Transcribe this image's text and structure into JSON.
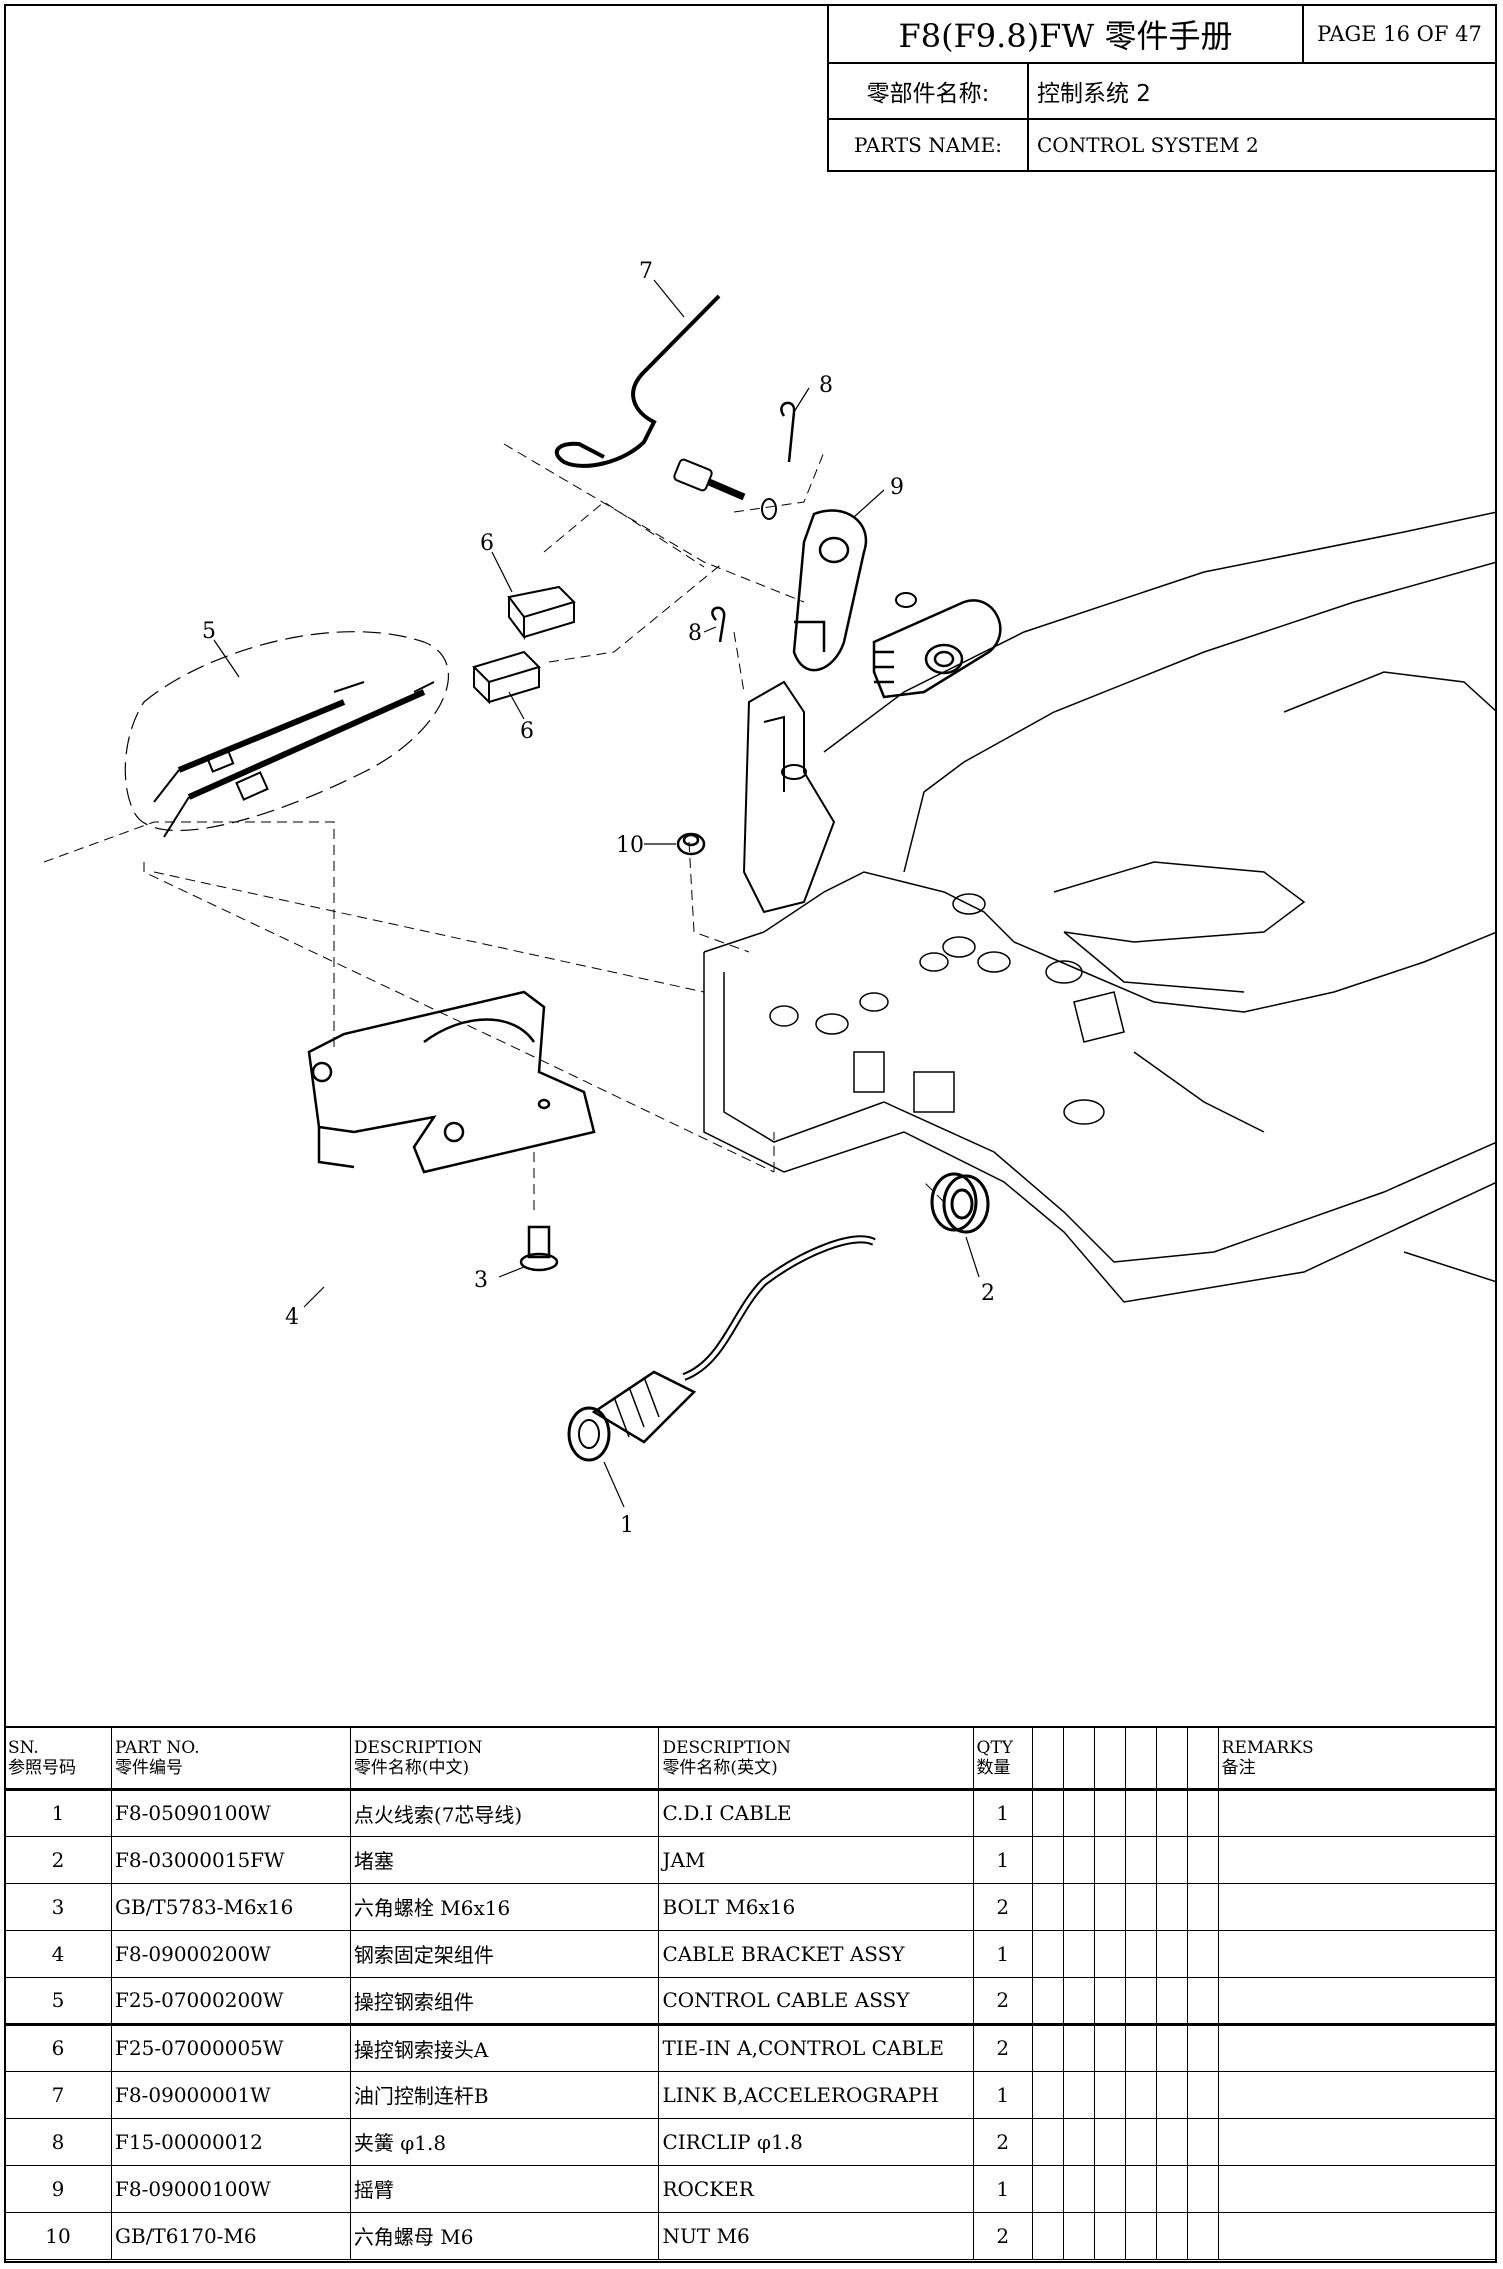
{
  "title_block": {
    "title": "F8(F9.8)FW 零件手册",
    "page": "PAGE 16 OF 47",
    "name_label_cn": "零部件名称:",
    "name_value_cn": "控制系统 2",
    "name_label_en": "PARTS NAME:",
    "name_value_en": "CONTROL SYSTEM 2"
  },
  "callouts": [
    "7",
    "8",
    "9",
    "6",
    "5",
    "8",
    "6",
    "10",
    "4",
    "3",
    "2",
    "1"
  ],
  "table": {
    "headers": {
      "sn": [
        "SN.",
        "参照号码"
      ],
      "part_no": [
        "PART NO.",
        "零件编号"
      ],
      "desc_cn": [
        "DESCRIPTION",
        "零件名称(中文)"
      ],
      "desc_en": [
        "DESCRIPTION",
        "零件名称(英文)"
      ],
      "qty": [
        "QTY",
        "数量"
      ],
      "remarks": [
        "REMARKS",
        "备注"
      ]
    },
    "rows": [
      {
        "sn": "1",
        "part_no": "F8-05090100W",
        "desc_cn": "点火线索(7芯导线)",
        "desc_en": "C.D.I CABLE",
        "qty": "1"
      },
      {
        "sn": "2",
        "part_no": "F8-03000015FW",
        "desc_cn": "堵塞",
        "desc_en": "JAM",
        "qty": "1"
      },
      {
        "sn": "3",
        "part_no": "GB/T5783-M6x16",
        "desc_cn": "六角螺栓 M6x16",
        "desc_en": "BOLT M6x16",
        "qty": "2"
      },
      {
        "sn": "4",
        "part_no": "F8-09000200W",
        "desc_cn": "钢索固定架组件",
        "desc_en": "CABLE BRACKET ASSY",
        "qty": "1"
      },
      {
        "sn": "5",
        "part_no": "F25-07000200W",
        "desc_cn": "操控钢索组件",
        "desc_en": "CONTROL CABLE ASSY",
        "qty": "2"
      },
      {
        "sn": "6",
        "part_no": "F25-07000005W",
        "desc_cn": "操控钢索接头A",
        "desc_en": "TIE-IN A,CONTROL CABLE",
        "qty": "2"
      },
      {
        "sn": "7",
        "part_no": "F8-09000001W",
        "desc_cn": "油门控制连杆B",
        "desc_en": "LINK B,ACCELEROGRAPH",
        "qty": "1"
      },
      {
        "sn": "8",
        "part_no": "F15-00000012",
        "desc_cn": "夹簧 φ1.8",
        "desc_en": "CIRCLIP φ1.8",
        "qty": "2"
      },
      {
        "sn": "9",
        "part_no": "F8-09000100W",
        "desc_cn": "摇臂",
        "desc_en": "ROCKER",
        "qty": "1"
      },
      {
        "sn": "10",
        "part_no": "GB/T6170-M6",
        "desc_cn": "六角螺母 M6",
        "desc_en": "NUT M6",
        "qty": "2"
      }
    ]
  }
}
